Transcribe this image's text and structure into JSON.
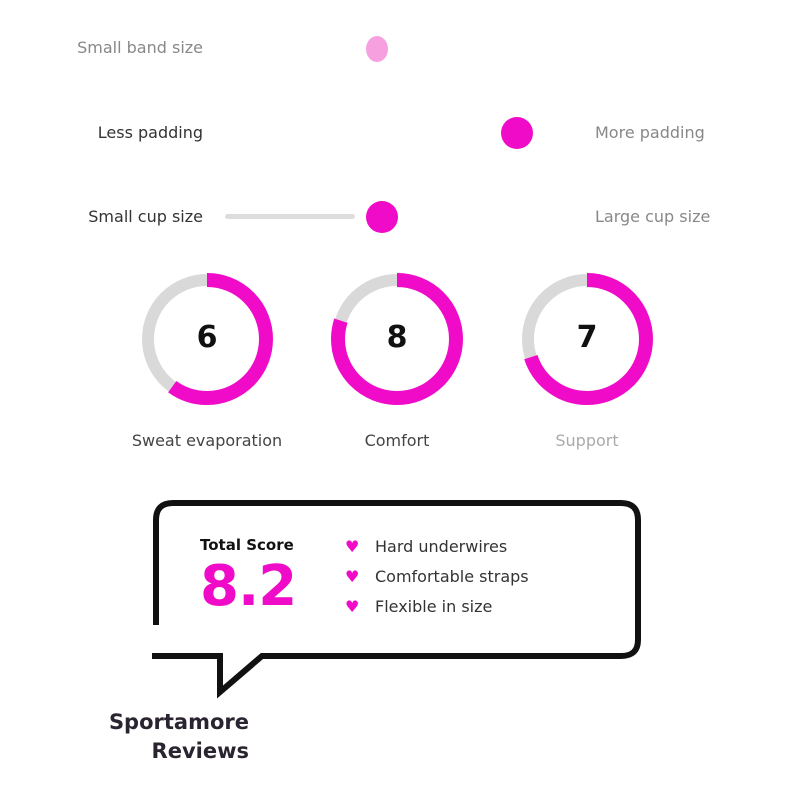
{
  "sliders": [
    {
      "left_label": "Small band size",
      "right_label": "",
      "value": 0.5
    },
    {
      "left_label": "Less padding",
      "right_label": "More padding",
      "value": 0.95
    },
    {
      "left_label": "Small cup size",
      "right_label": "Large cup size",
      "value": 0.5
    }
  ],
  "ratings": [
    {
      "label": "Sweat evaporation",
      "value": "6",
      "fraction": 0.6
    },
    {
      "label": "Comfort",
      "value": "8",
      "fraction": 0.8
    },
    {
      "label": "Support",
      "value": "7",
      "fraction": 0.7
    }
  ],
  "summary": {
    "total_label": "Total Score",
    "total_value": "8.2",
    "pros": [
      "Hard underwires",
      "Comfortable straps",
      "Flexible in size"
    ]
  },
  "brand": {
    "line1": "Sportamore",
    "line2": "Reviews"
  },
  "colors": {
    "accent": "#f00bc8",
    "track": "#d9d9d9",
    "border": "#111111"
  }
}
